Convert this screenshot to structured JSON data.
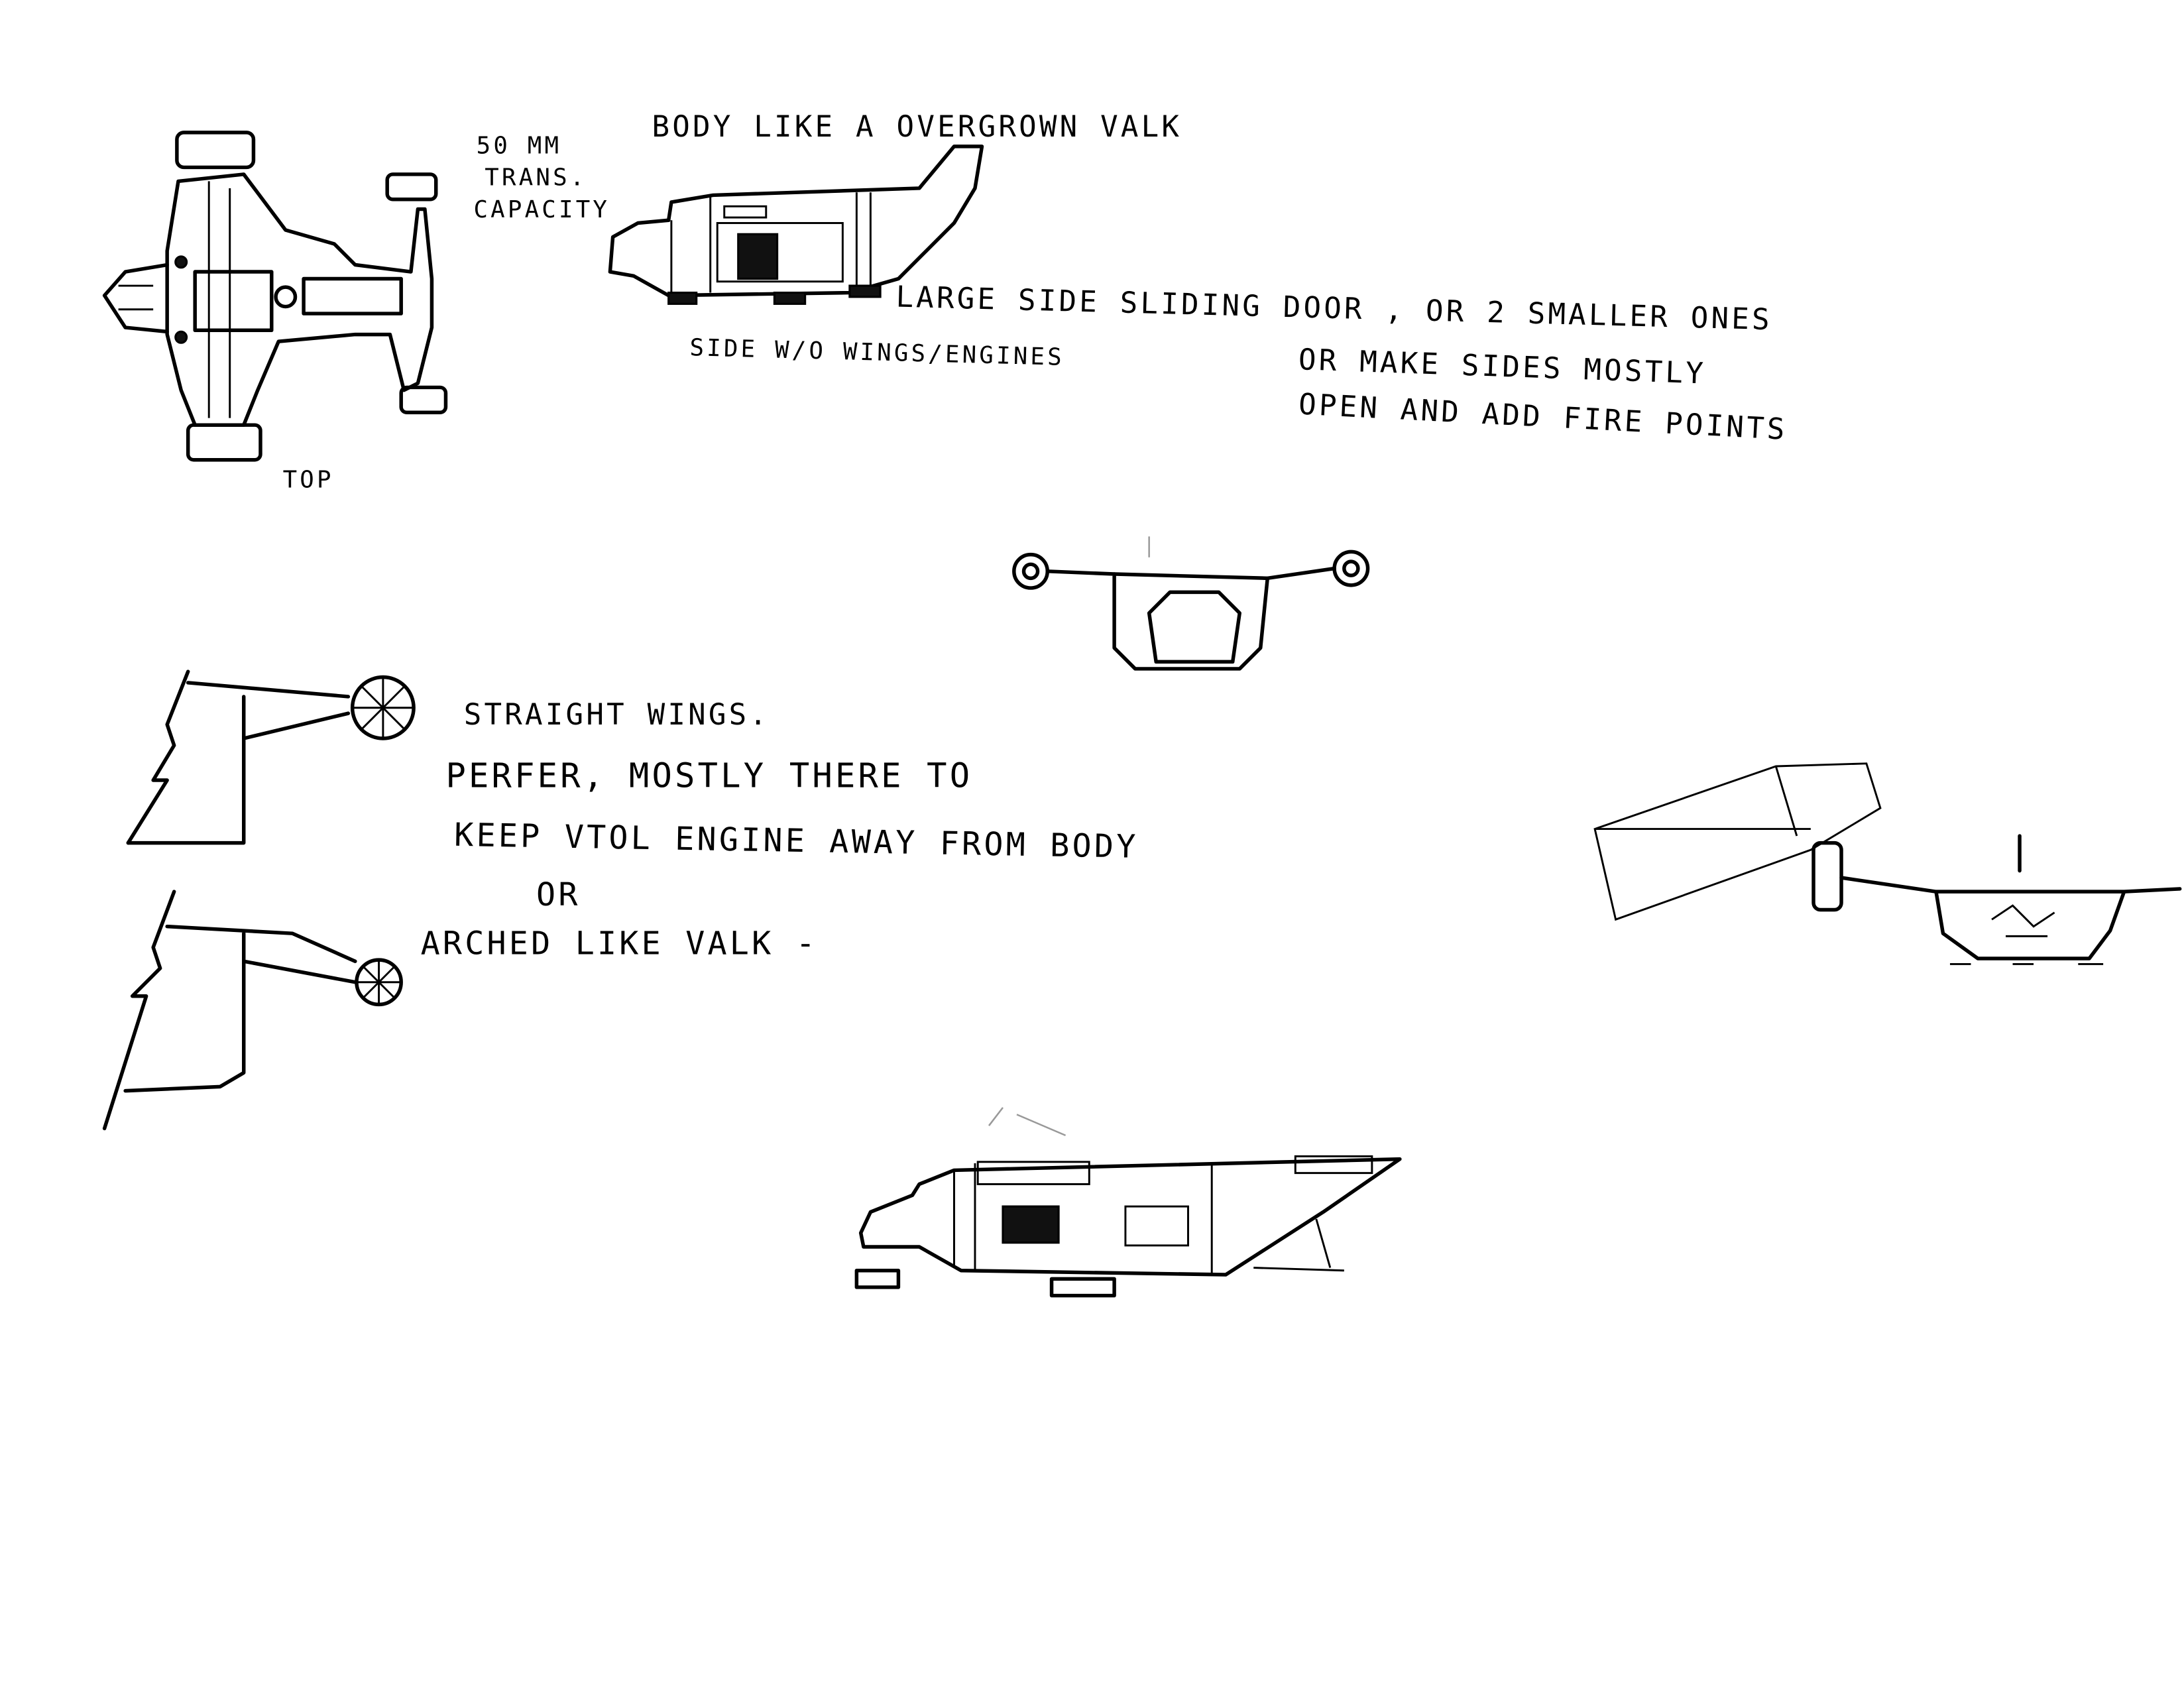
{
  "notes": {
    "capacity": [
      "50 MM",
      "TRANS.",
      "CAPACITY"
    ],
    "body": "BODY LIKE A OVERGROWN VALK",
    "top_label": "TOP",
    "door": "LARGE SIDE SLIDING DOOR , OR 2 SMALLER ONES",
    "side_label": "SIDE W/O WINGS/ENGINES",
    "sides_open_1": "OR MAKE SIDES MOSTLY",
    "sides_open_2": "OPEN AND ADD FIRE POINTS",
    "straight_wings": "STRAIGHT WINGS.",
    "prefer_1": "PERFER, MOSTLY THERE TO",
    "prefer_2": "KEEP VTOL ENGINE AWAY FROM BODY",
    "or": "OR",
    "arched": "ARCHED LIKE VALK -"
  }
}
